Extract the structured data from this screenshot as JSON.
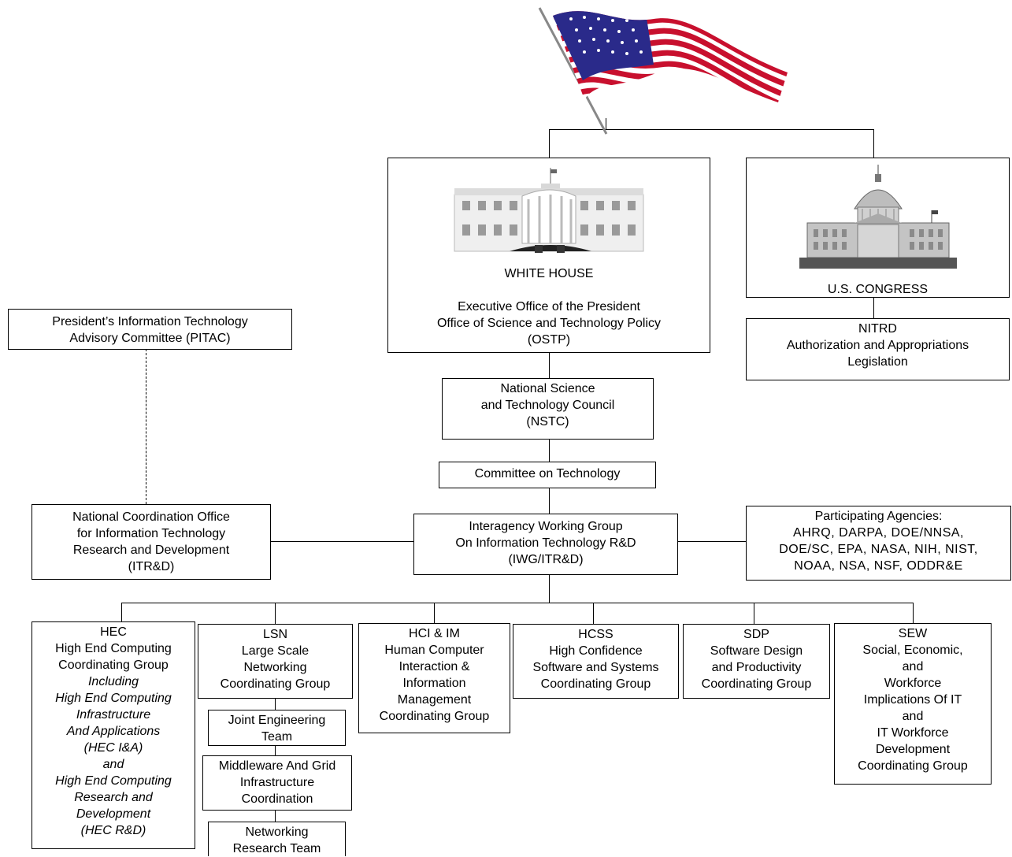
{
  "colors": {
    "line": "#000000",
    "flag_red": "#c8102e",
    "flag_blue": "#2a2a8a",
    "building": "#cfcfcf"
  },
  "icons": {
    "flag": "us-flag-icon",
    "white_house": "white-house-icon",
    "capitol": "capitol-icon"
  },
  "white_house": {
    "title": "WHITE HOUSE",
    "lines": [
      "Executive Office of the President",
      "Office of Science and Technology Policy",
      "(OSTP)"
    ]
  },
  "congress": {
    "title": "U.S. CONGRESS"
  },
  "nitrd": {
    "lines": [
      "NITRD",
      "Authorization and Appropriations",
      "Legislation"
    ]
  },
  "pitac": {
    "lines": [
      "President’s Information Technology",
      "Advisory Committee (PITAC)"
    ]
  },
  "nstc": {
    "lines": [
      "National Science",
      "and Technology Council",
      "(NSTC)"
    ]
  },
  "cot": {
    "lines": [
      "Committee on Technology"
    ]
  },
  "nco": {
    "lines": [
      "National Coordination Office",
      "for Information Technology",
      "Research and Development",
      "(ITR&D)"
    ]
  },
  "iwg": {
    "lines": [
      "Interagency Working Group",
      "On Information Technology R&D",
      "(IWG/ITR&D)"
    ]
  },
  "agencies": {
    "lines": [
      "Participating Agencies:",
      "AHRQ, DARPA, DOE/NNSA,",
      "DOE/SC, EPA, NASA, NIH, NIST,",
      "NOAA, NSA, NSF, ODDR&E"
    ]
  },
  "hec": {
    "lines": [
      "HEC",
      "High End Computing",
      "Coordinating Group"
    ],
    "italic_lines": [
      "Including",
      "High End Computing",
      "Infrastructure",
      "And Applications",
      "(HEC I&A)",
      "and",
      "High End Computing",
      "Research and",
      "Development",
      "(HEC R&D)"
    ]
  },
  "lsn": {
    "lines": [
      "LSN",
      "Large Scale",
      "Networking",
      "Coordinating Group"
    ]
  },
  "jet": {
    "lines": [
      "Joint Engineering",
      "Team"
    ]
  },
  "magic": {
    "lines": [
      "Middleware And Grid",
      "Infrastructure",
      "Coordination"
    ]
  },
  "nrt": {
    "lines": [
      "Networking",
      "Research Team"
    ]
  },
  "hci": {
    "lines": [
      "HCI & IM",
      "Human Computer",
      "Interaction &",
      "Information",
      "Management",
      "Coordinating Group"
    ]
  },
  "hcss": {
    "lines": [
      "HCSS",
      "High Confidence",
      "Software and Systems",
      "Coordinating Group"
    ]
  },
  "sdp": {
    "lines": [
      "SDP",
      "Software Design",
      "and Productivity",
      "Coordinating Group"
    ]
  },
  "sew": {
    "lines": [
      "SEW",
      "Social, Economic,",
      "and",
      "Workforce",
      "Implications Of IT",
      "and",
      "IT Workforce",
      "Development",
      "Coordinating Group"
    ]
  }
}
